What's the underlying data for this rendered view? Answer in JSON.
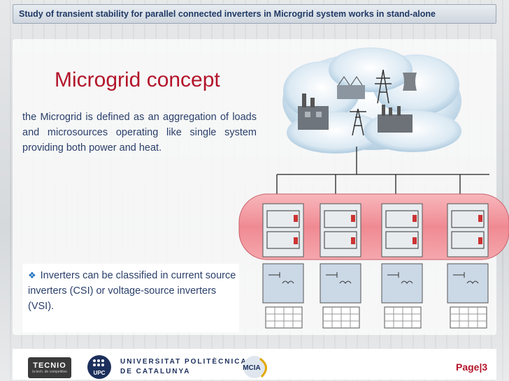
{
  "slide": {
    "title": "Study of transient stability for parallel connected inverters in Microgrid system works in stand-alone",
    "heading": "Microgrid concept",
    "paragraph": "the Microgrid is defined as an aggregation of loads and microsources operating like single system providing both power and heat.",
    "bullet": "Inverters can be classified in current source inverters (CSI) or voltage-source inverters (VSI).",
    "page_label": "Page|3"
  },
  "footer": {
    "tecnio_name": "TECNIO",
    "tecnio_tagline": "la tech. de competitive",
    "upc_line1": "UNIVERSITAT POLITÈCNICA",
    "upc_line2": "DE CATALUNYA",
    "upc_badge": "UPC",
    "mcia_name": "MCIA"
  },
  "colors": {
    "title_text": "#1f3864",
    "heading": "#b3152a",
    "body_text": "#2a3f6a",
    "inverter_band": "#f08a92",
    "page_number": "#b3152a"
  }
}
